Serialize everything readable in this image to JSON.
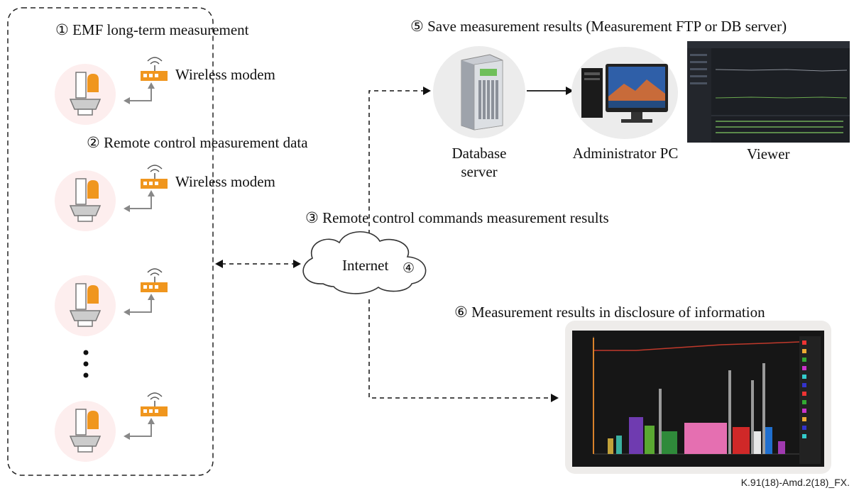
{
  "labels": {
    "step1": "① EMF long-term measurement",
    "modem1": "Wireless modem",
    "step2": "② Remote control measurement data",
    "modem2": "Wireless modem",
    "step3": "③ Remote control commands measurement results",
    "internet": "Internet",
    "internet_num": "④",
    "step5": "⑤ Save measurement results (Measurement FTP or DB server)",
    "db_server": "Database server",
    "admin_pc": "Administrator PC",
    "viewer": "Viewer",
    "step6": "⑥ Measurement results in disclosure of information",
    "figure_code": "K.91(18)-Amd.2(18)_FX."
  },
  "icons": {
    "sensor": "emf-sensor-icon",
    "modem": "wireless-modem-icon",
    "server": "database-server-icon",
    "pc": "administrator-pc-icon",
    "cloud": "internet-cloud-icon"
  },
  "colors": {
    "modem_orange": "#f0961e",
    "sensor_bg": "#fdeeee",
    "arrow_grey": "#777777",
    "screen_dark": "#1c1f24"
  }
}
